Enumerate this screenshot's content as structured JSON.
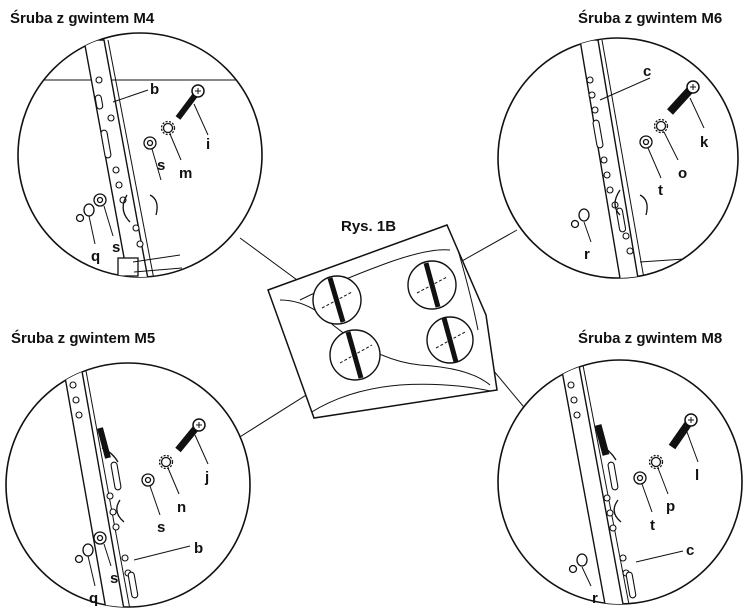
{
  "figure_title": "Rys. 1B",
  "panels": {
    "m4": {
      "title": "Śruba z gwintem M4",
      "labels": {
        "bracket": "b",
        "screw": "i",
        "lock_washer": "m",
        "washer_upper": "s",
        "washer_lower": "s",
        "spacer": "q"
      }
    },
    "m6": {
      "title": "Śruba z gwintem M6",
      "labels": {
        "bracket": "c",
        "screw": "k",
        "lock_washer": "o",
        "washer": "t",
        "spacer": "r"
      }
    },
    "m5": {
      "title": "Śruba z gwintem M5",
      "labels": {
        "screw": "j",
        "lock_washer": "n",
        "washer_upper": "s",
        "washer_lower": "s",
        "spacer": "q",
        "bracket": "b"
      }
    },
    "m8": {
      "title": "Śruba z gwintem M8",
      "labels": {
        "screw": "l",
        "lock_washer": "p",
        "washer": "t",
        "bracket": "c",
        "spacer": "r"
      }
    }
  }
}
